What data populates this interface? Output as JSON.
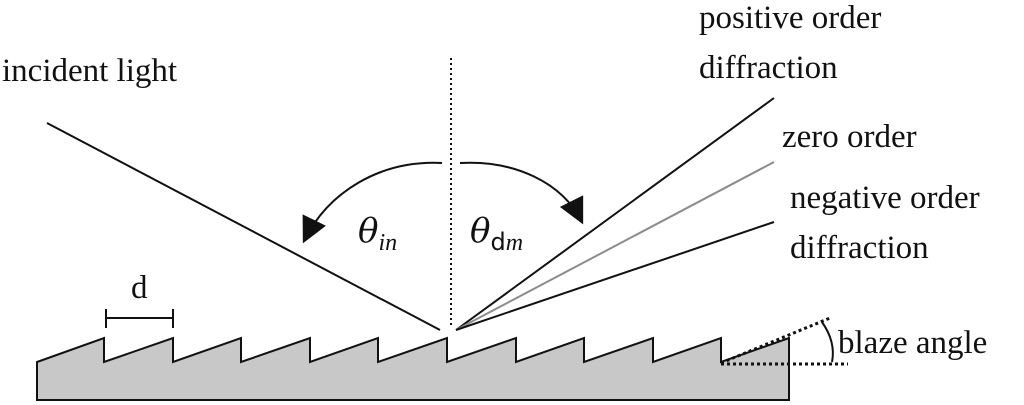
{
  "labels": {
    "incident": "incident light",
    "positive_line1": "positive order",
    "positive_line2": "diffraction",
    "zero": "zero order",
    "negative_line1": "negative order",
    "negative_line2": "diffraction",
    "blaze": "blaze angle",
    "period": "d"
  },
  "angles": {
    "incident_symbol": "θ",
    "incident_sub": "in",
    "diffracted_symbol": "θ",
    "diffracted_sub_upright": "d",
    "diffracted_sub_italic": "m"
  },
  "colors": {
    "grating_fill": "#c8c8c8",
    "stroke": "#111111",
    "zero_order": "#8c8c8c"
  }
}
